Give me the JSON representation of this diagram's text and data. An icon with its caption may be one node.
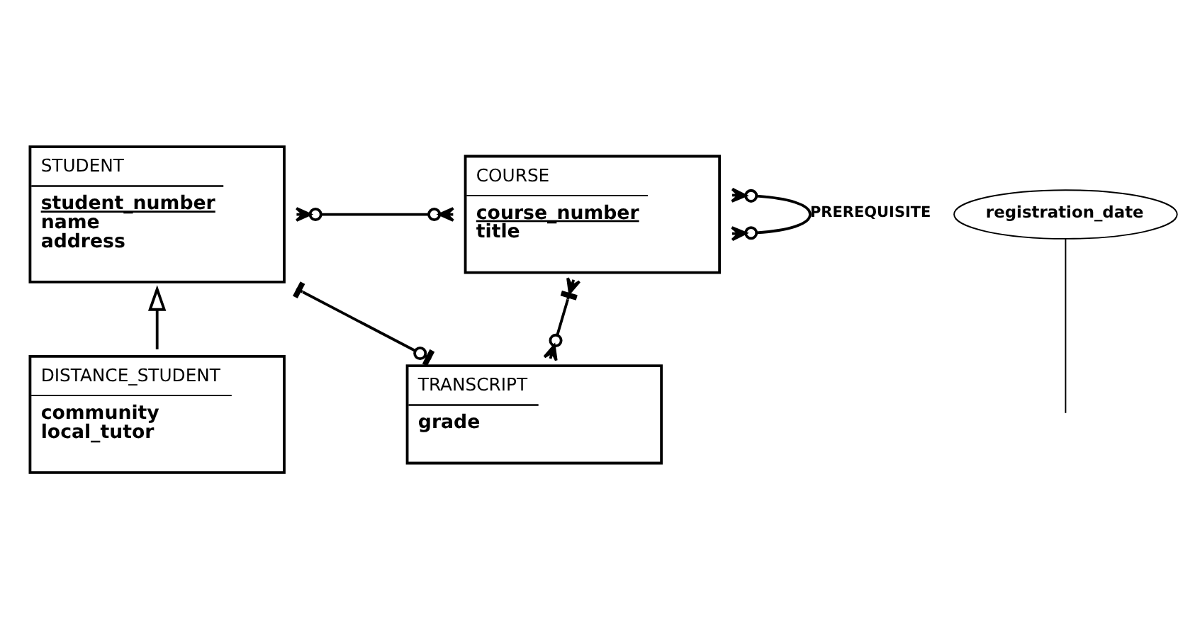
{
  "diagram": {
    "nodes": [
      {
        "text": [
          "STUDENT",
          "student_number",
          "name",
          "address"
        ]
      },
      {
        "text": [
          "registration_date"
        ]
      },
      {
        "text": [
          "COURSE",
          "course_number",
          "title"
        ]
      },
      {
        "text": [
          "TRANSCRIPT",
          "grade"
        ]
      },
      {
        "text": [
          "DISTANCE_STUDENT",
          "community",
          "local_tutor"
        ]
      }
    ],
    "edges": [
      {
        "from": 0,
        "to": 2,
        "arrow": "other"
      },
      {
        "from": 1,
        "to": null,
        "arrow": "none"
      },
      {
        "from": 2,
        "to": 2,
        "arrow": "other",
        "label": "PREREQUISITE"
      },
      {
        "from": 0,
        "to": 3,
        "arrow": "other"
      },
      {
        "from": 3,
        "to": 2,
        "arrow": "other"
      },
      {
        "from": 4,
        "to": 0,
        "arrow": "to"
      }
    ]
  }
}
